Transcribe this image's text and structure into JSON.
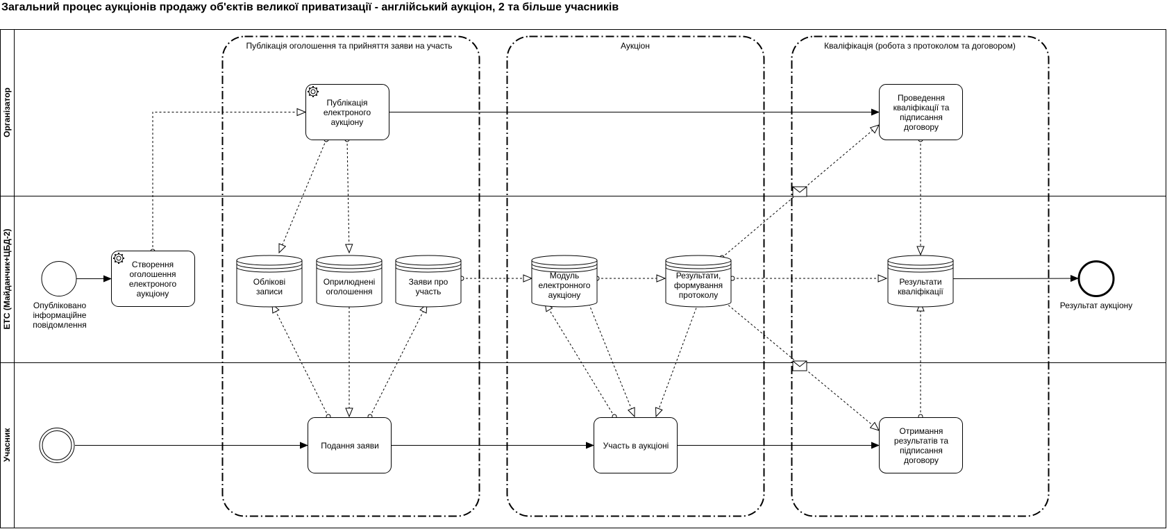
{
  "title": "Загальний процес аукціонів продажу об'єктів великої приватизації - англійський аукціон, 2 та більше учасників",
  "lanes": {
    "organizer": "Організатор",
    "ets": "ЕТС (Майданчик+ЦБД-2)",
    "participant": "Учасник"
  },
  "groups": {
    "publication": "Публікація оголошення та прийняття заяви на участь",
    "auction": "Аукціон",
    "qualification": "Кваліфікація (робота з протоколом та договором)"
  },
  "tasks": {
    "publish": "Публікація електроного аукціону",
    "create": "Створення оголошення електроного аукціону",
    "submit": "Подання заяви",
    "participate": "Участь в аукціоні",
    "qualify": "Проведення кваліфікації та підписання договору",
    "receive": "Отримання результатів та підписання договору"
  },
  "stores": {
    "accounts": "Облікові записи",
    "announcements": "Оприлюднені оголошення",
    "applications": "Заяви про участь",
    "auction_module": "Модуль електронного аукціону",
    "results_protocol": "Результати, формування протоколу",
    "qualification_results": "Результати кваліфікації"
  },
  "events": {
    "start_label": "Опубліковано інформаційне повідомлення",
    "end_label": "Результат аукціону"
  }
}
